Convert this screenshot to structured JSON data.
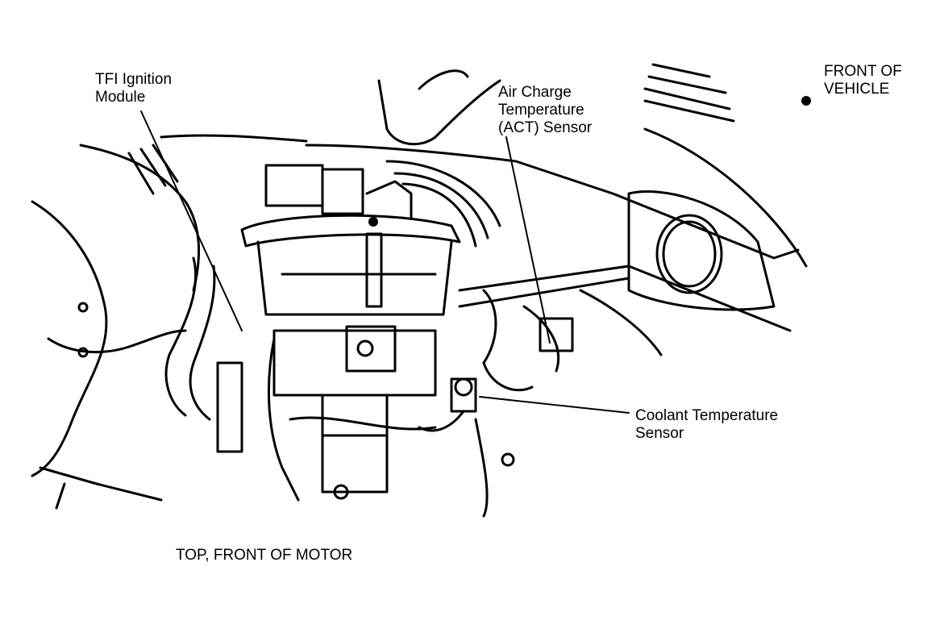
{
  "labels": {
    "tfi": [
      "TFI Ignition",
      "Module"
    ],
    "act": [
      "Air Charge",
      "Temperature",
      "(ACT) Sensor"
    ],
    "front": [
      "FRONT OF",
      "VEHICLE"
    ],
    "coolant": [
      "Coolant Temperature",
      "Sensor"
    ]
  },
  "caption": "TOP, FRONT OF MOTOR",
  "colors": {
    "ink": "#000000",
    "paper": "#ffffff"
  }
}
